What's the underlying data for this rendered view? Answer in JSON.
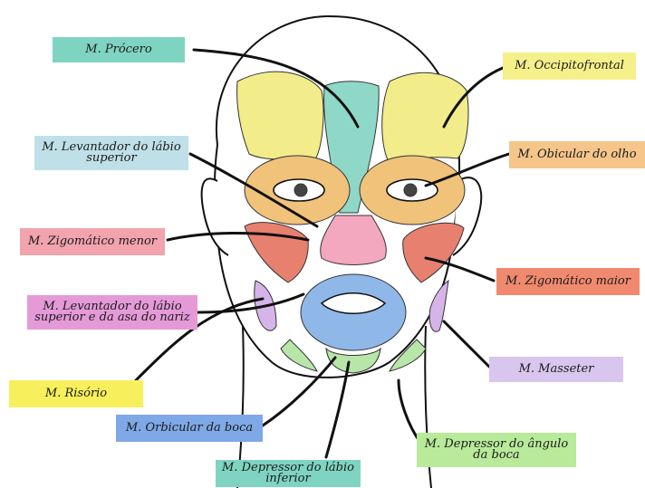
{
  "labels": {
    "procero": "M. Prócero",
    "occipitofrontal": "M. Occipitofrontal",
    "levantador_labio_l1": "M. Levantador do lábio",
    "levantador_labio_l2": "superior",
    "obicular_olho": "M. Obicular do olho",
    "zigomatico_menor": "M. Zigomático menor",
    "zigomatico_maior": "M. Zigomático maior",
    "levantador_nariz_l1": "M. Levantador do lábio",
    "levantador_nariz_l2": "superior e da asa do nariz",
    "masseter": "M. Masseter",
    "risorio": "M. Risório",
    "orbicular_boca": "M. Orbicular da boca",
    "depressor_angulo_l1": "M. Depressor do ângulo",
    "depressor_angulo_l2": "da boca",
    "depressor_labio_l1": "M. Depressor do lábio",
    "depressor_labio_l2": "inferior"
  },
  "colors": {
    "teal": "#7fd4c1",
    "yellow_light": "#f5f08a",
    "light_blue": "#bfe0e8",
    "orange": "#f5c58a",
    "pink": "#f2a3ad",
    "salmon": "#f08a6e",
    "magenta": "#e59ad8",
    "lavender": "#d8c6ef",
    "yellow": "#f7f05c",
    "blue": "#7fa8e6",
    "green": "#b8ea9a",
    "muscle_red": "#e8806f",
    "muscle_yellow": "#f2ec8a",
    "muscle_orange": "#f0c27a",
    "muscle_teal": "#8fd8c8",
    "muscle_pink": "#f4a8c0",
    "muscle_blue": "#8fb8e8",
    "muscle_green": "#b8e6a8",
    "muscle_purple": "#d6b4ea"
  }
}
